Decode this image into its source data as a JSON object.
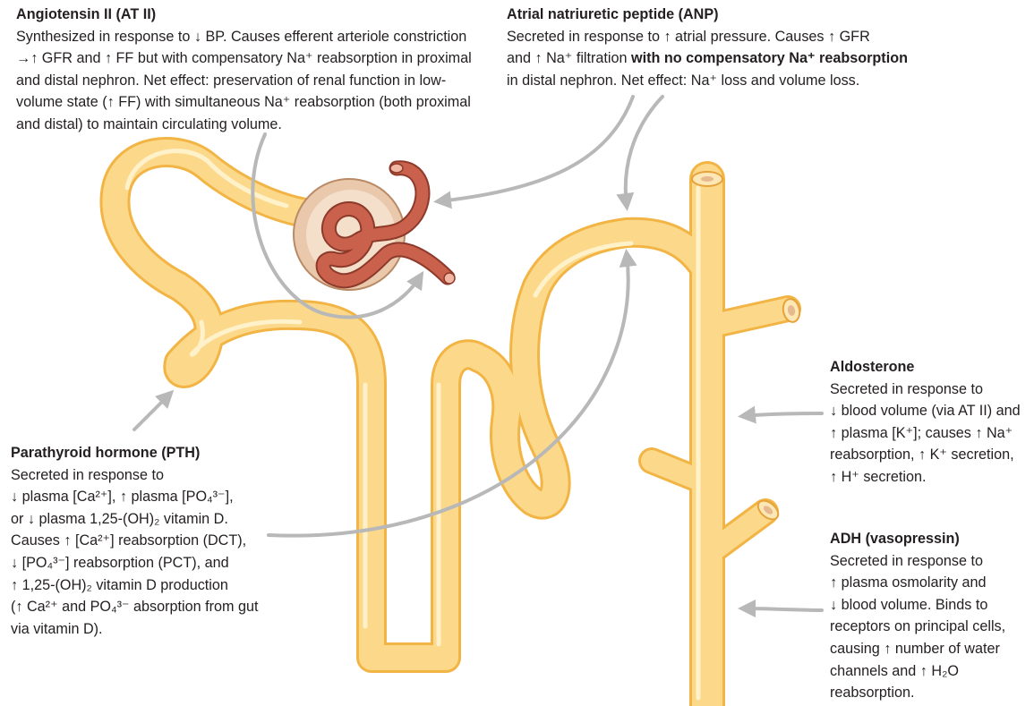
{
  "angiotensin": {
    "title": "Angiotensin II (AT II)",
    "lines": [
      "Synthesized in response to ↓ BP. Causes efferent arteriole constriction",
      "→↑ GFR and ↑ FF but with compensatory Na⁺ reabsorption in proximal",
      "and distal nephron. Net effect: preservation of renal function in low-",
      "volume state (↑ FF) with simultaneous Na⁺ reabsorption (both proximal",
      "and distal) to maintain circulating volume."
    ]
  },
  "anp": {
    "title": "Atrial natriuretic peptide (ANP)",
    "lines": [
      "Secreted in response to ↑ atrial pressure. Causes ↑ GFR",
      "and ↑ Na⁺ filtration",
      "with no compensatory Na⁺ reabsorption",
      "in distal nephron. Net effect: Na⁺ loss and volume loss."
    ]
  },
  "pth": {
    "title": "Parathyroid hormone (PTH)",
    "lines": [
      "Secreted in response to",
      "↓ plasma [Ca²⁺], ↑ plasma [PO₄³⁻],",
      "or ↓ plasma 1,25-(OH)₂ vitamin D.",
      "Causes ↑ [Ca²⁺] reabsorption (DCT),",
      "↓ [PO₄³⁻] reabsorption (PCT), and",
      "↑ 1,25-(OH)₂ vitamin D production",
      "(↑ Ca²⁺ and PO₄³⁻ absorption from gut",
      "via vitamin D)."
    ]
  },
  "aldosterone": {
    "title": "Aldosterone",
    "lines": [
      "Secreted in response to",
      "↓ blood volume (via AT II) and",
      "↑ plasma [K⁺]; causes ↑ Na⁺",
      "reabsorption, ↑ K⁺ secretion,",
      "↑ H⁺ secretion."
    ]
  },
  "adh": {
    "title": "ADH (vasopressin)",
    "lines": [
      "Secreted in response to",
      "↑ plasma osmolarity and",
      "↓ blood volume. Binds to",
      "receptors on principal cells,",
      "causing ↑ number of water",
      "channels and ↑ H₂O",
      "reabsorption."
    ]
  },
  "colors": {
    "tubule_fill": "#fcd98a",
    "tubule_outline": "#f2b545",
    "tubule_highlight": "#fff3cf",
    "capsule": "#dfb99a",
    "glomerulus": "#c9614c",
    "glomerulus_dark": "#8e3a2b",
    "arrow": "#b8b8b8"
  }
}
